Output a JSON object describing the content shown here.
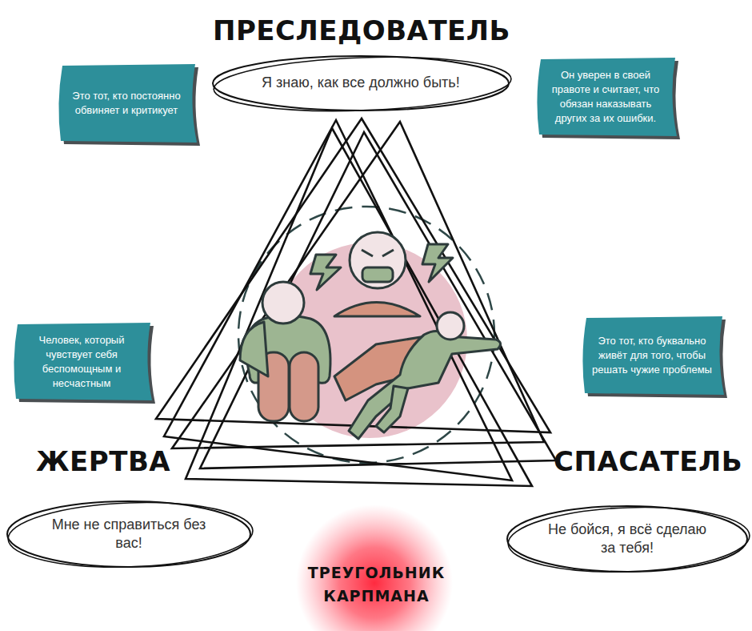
{
  "diagram": {
    "title": "ТРЕУГОЛЬНИК КАРПМАНА",
    "nodes": [
      {
        "text": [
          "Это тот, кто постоянно обвиняет и критикует"
        ]
      },
      {
        "text": [
          "ПРЕСЛЕДОВАТЕЛЬ",
          "Я знаю, как все должно быть!"
        ]
      },
      {
        "text": [
          "Он уверен в своей правоте и считает, что обязан наказывать других за их ошибки."
        ]
      },
      {
        "text": [
          "Человек, который чувствует себя беспомощным и несчастным"
        ]
      },
      {
        "text": [
          "Это тот, кто буквально живёт для того, чтобы решать чужие проблемы"
        ]
      },
      {
        "text": [
          "ЖЕРТВА",
          "Мне не справиться без вас!"
        ]
      },
      {
        "text": [
          "СПАСАТЕЛЬ",
          "Не бойся, я всё сделаю за тебя!"
        ]
      }
    ]
  }
}
